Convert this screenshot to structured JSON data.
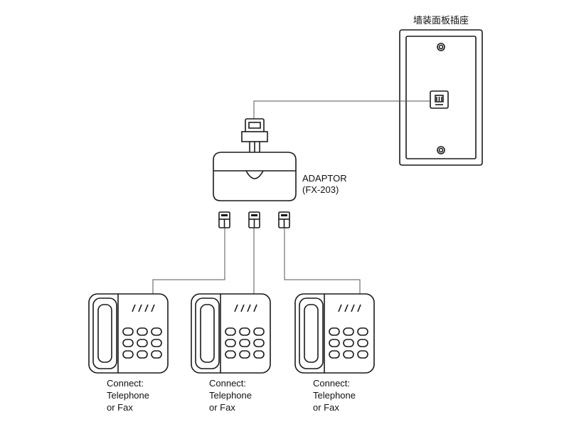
{
  "wall_plate": {
    "label": "墙装面板插座"
  },
  "adaptor": {
    "name": "ADAPTOR",
    "model": "(FX-203)"
  },
  "devices": [
    {
      "caption": [
        "Connect:",
        "Telephone",
        "or Fax"
      ]
    },
    {
      "caption": [
        "Connect:",
        "Telephone",
        "or Fax"
      ]
    },
    {
      "caption": [
        "Connect:",
        "Telephone",
        "or Fax"
      ]
    }
  ],
  "colors": {
    "line": "#1a1a1a",
    "cable": "#555555",
    "background": "#ffffff"
  },
  "icons": [
    "wall-plate-icon",
    "phone-jack-icon",
    "adaptor-icon",
    "modular-plug-icon",
    "telephone-icon"
  ]
}
